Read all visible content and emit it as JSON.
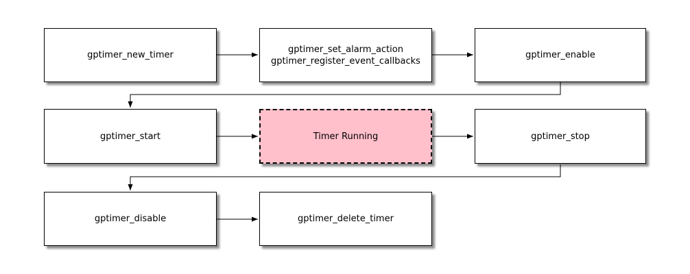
{
  "diagram": {
    "nodes": {
      "new_timer": {
        "label": "gptimer_new_timer"
      },
      "configure": {
        "line1": "gptimer_set_alarm_action",
        "line2": "gptimer_register_event_callbacks"
      },
      "enable": {
        "label": "gptimer_enable"
      },
      "start": {
        "label": "gptimer_start"
      },
      "running": {
        "label": "Timer Running"
      },
      "stop": {
        "label": "gptimer_stop"
      },
      "disable": {
        "label": "gptimer_disable"
      },
      "delete_timer": {
        "label": "gptimer_delete_timer"
      }
    },
    "colors": {
      "canvas_bg": "#ffffff",
      "node_fill": "#ffffff",
      "node_border": "#000000",
      "running_fill": "#ffc0cb",
      "connector": "#000000",
      "text": "#000000"
    }
  }
}
